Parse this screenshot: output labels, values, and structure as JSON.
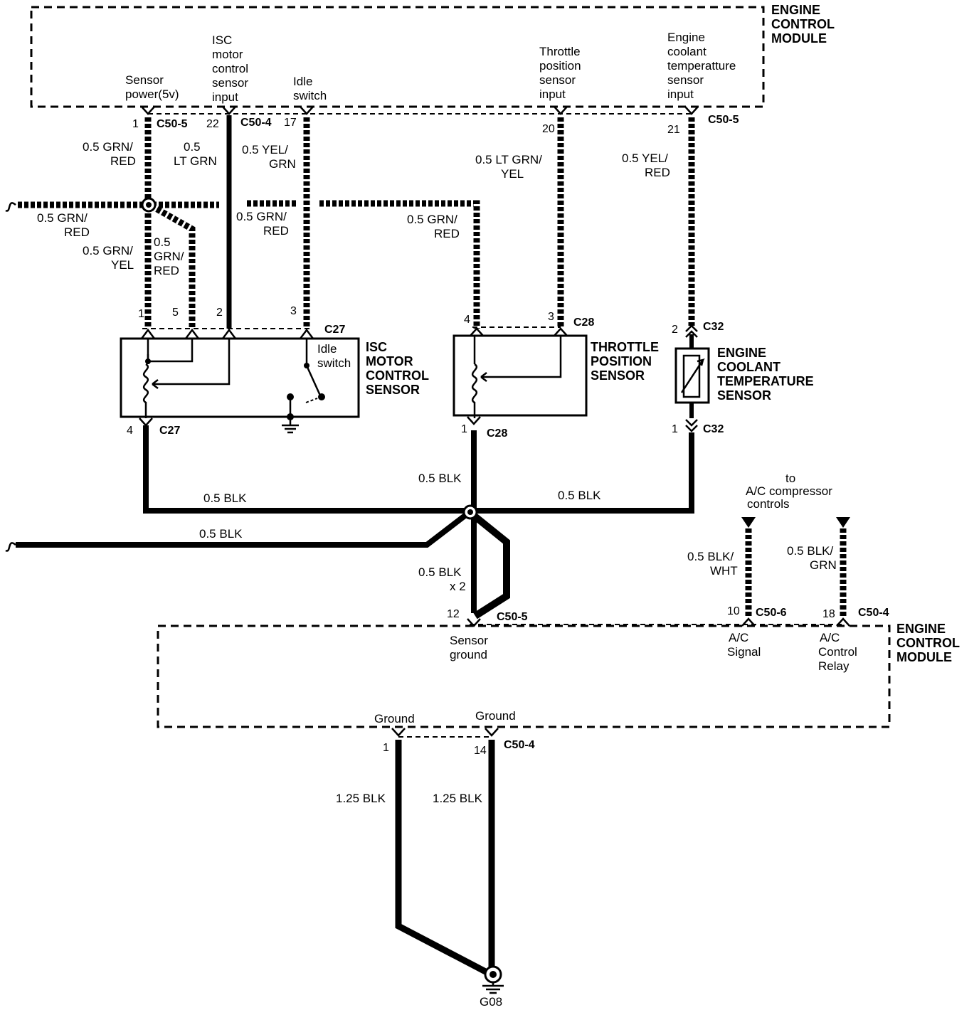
{
  "ecm_top": {
    "title_line1": "ENGINE",
    "title_line2": "CONTROL",
    "title_line3": "MODULE",
    "pins": [
      {
        "label_lines": [
          "Sensor",
          "power(5v)"
        ],
        "pin": "1",
        "connector": "C50-5"
      },
      {
        "label_lines": [
          "ISC",
          "motor",
          "control",
          "sensor",
          "input"
        ],
        "pin": "22",
        "connector": "C50-4"
      },
      {
        "label_lines": [
          "Idle",
          "switch"
        ],
        "pin": "17",
        "connector": ""
      },
      {
        "label_lines": [
          "Throttle",
          "position",
          "sensor",
          "input"
        ],
        "pin": "20",
        "connector": ""
      },
      {
        "label_lines": [
          "Engine",
          "coolant",
          "temperatture",
          "sensor",
          "input"
        ],
        "pin": "21",
        "connector": "C50-5"
      }
    ]
  },
  "wires": {
    "w1": [
      "0.5 GRN/",
      "RED"
    ],
    "w22": [
      "0.5",
      "LT GRN"
    ],
    "w17": [
      "0.5 YEL/",
      "GRN"
    ],
    "w20": [
      "0.5 LT GRN/",
      "YEL"
    ],
    "w21": [
      "0.5 YEL/",
      "RED"
    ],
    "splice_left": [
      "0.5 GRN/",
      "RED"
    ],
    "isc1": [
      "0.5 GRN/",
      "YEL"
    ],
    "isc5": [
      "0.5",
      "GRN/",
      "RED"
    ],
    "bus_mid": [
      "0.5 GRN/",
      "RED"
    ],
    "tps4": [
      "0.5 GRN/",
      "RED"
    ],
    "gnd_tps": "0.5 BLK",
    "gnd_left": "0.5 BLK",
    "gnd_right": "0.5 BLK",
    "gnd_ext": "0.5 BLK",
    "gnd_ecm": [
      "0.5 BLK",
      "x 2"
    ],
    "ac_sig": [
      "0.5 BLK/",
      "WHT"
    ],
    "ac_relay": [
      "0.5 BLK/",
      "GRN"
    ],
    "g1": "1.25 BLK",
    "g14": "1.25 BLK"
  },
  "isc": {
    "name_lines": [
      "ISC",
      "MOTOR",
      "CONTROL",
      "SENSOR"
    ],
    "connector": "C27",
    "pins": [
      "1",
      "5",
      "2",
      "3",
      "4"
    ],
    "switch_label": [
      "Idle",
      "switch"
    ]
  },
  "tps": {
    "name_lines": [
      "THROTTLE",
      "POSITION",
      "SENSOR"
    ],
    "connector": "C28",
    "pins": [
      "4",
      "3",
      "1"
    ]
  },
  "ect": {
    "name_lines": [
      "ENGINE",
      "COOLANT",
      "TEMPERATURE",
      "SENSOR"
    ],
    "connector": "C32",
    "pins": [
      "2",
      "1"
    ]
  },
  "ac_note": [
    "to",
    "A/C compressor",
    "controls"
  ],
  "ecm_bottom": {
    "title_line1": "ENGINE",
    "title_line2": "CONTROL",
    "title_line3": "MODULE",
    "sensor_ground": {
      "pin": "12",
      "connector": "C50-5",
      "label_lines": [
        "Sensor",
        "ground"
      ]
    },
    "ac_signal": {
      "pin": "10",
      "connector": "C50-6",
      "label_lines": [
        "A/C",
        "Signal"
      ]
    },
    "ac_relay": {
      "pin": "18",
      "connector": "C50-4",
      "label_lines": [
        "A/C",
        "Control",
        "Relay"
      ]
    },
    "ground1": {
      "pin": "1",
      "label": "Ground"
    },
    "ground14": {
      "pin": "14",
      "connector": "C50-4",
      "label": "Ground"
    }
  },
  "ground_point": "G08"
}
